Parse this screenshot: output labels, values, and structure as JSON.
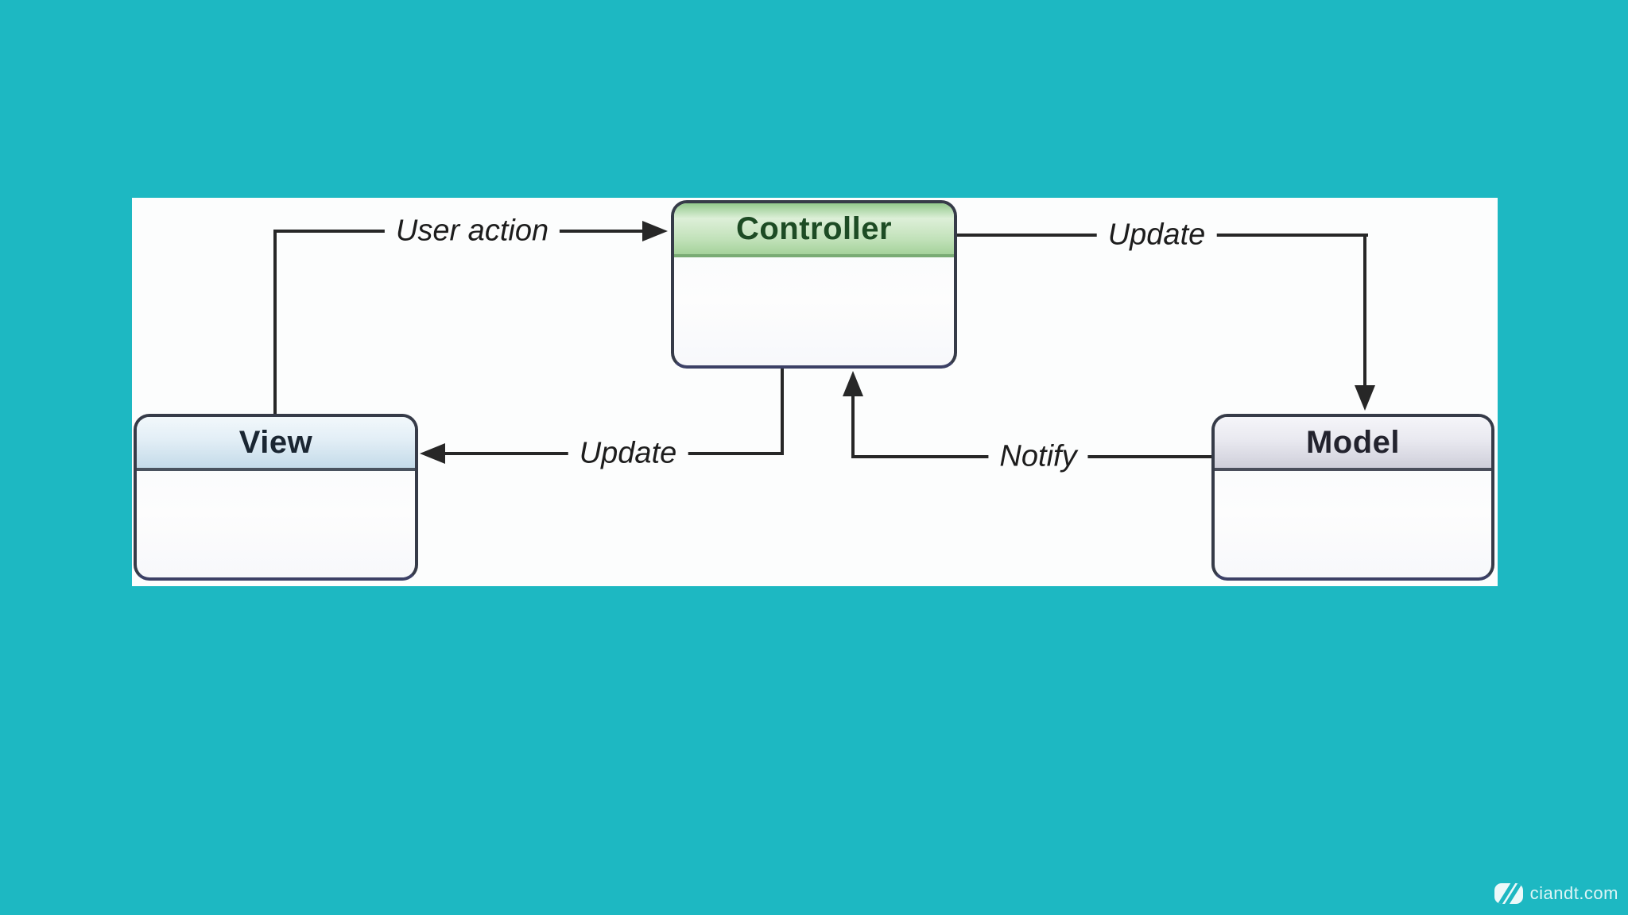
{
  "canvas": {
    "background_color": "#1db8c2",
    "panel_color": "#fcfdfd"
  },
  "diagram": {
    "type": "mvc-pattern-diagram",
    "boxes": [
      {
        "id": "controller",
        "title": "Controller",
        "header_color": "#b5dcae",
        "title_color": "#1d4b24"
      },
      {
        "id": "view",
        "title": "View",
        "header_color": "#c4dbe9",
        "title_color": "#1a2632"
      },
      {
        "id": "model",
        "title": "Model",
        "header_color": "#cfcfda",
        "title_color": "#23232e"
      }
    ],
    "edges": [
      {
        "id": "user-action",
        "label": "User action",
        "from": "view",
        "to": "controller"
      },
      {
        "id": "update-model",
        "label": "Update",
        "from": "controller",
        "to": "model"
      },
      {
        "id": "update-view",
        "label": "Update",
        "from": "controller",
        "to": "view"
      },
      {
        "id": "notify",
        "label": "Notify",
        "from": "model",
        "to": "controller"
      }
    ],
    "line_color": "#272727"
  },
  "watermark": {
    "text": "ciandt.com",
    "logo": "ciandt-logo"
  }
}
